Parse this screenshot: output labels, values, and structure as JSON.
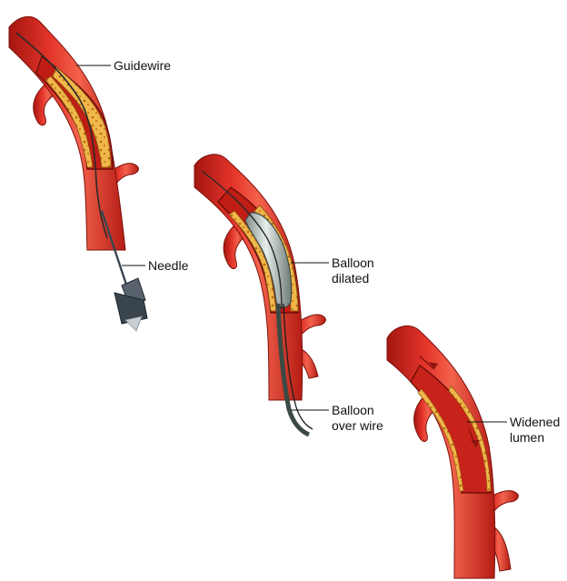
{
  "labels": {
    "guidewire": "Guidewire",
    "needle": "Needle",
    "balloon_dilated_line1": "Balloon",
    "balloon_dilated_line2": "dilated",
    "balloon_over_wire_line1": "Balloon",
    "balloon_over_wire_line2": "over wire",
    "widened_lumen_line1": "Widened",
    "widened_lumen_line2": "lumen"
  },
  "colors": {
    "vessel": "#d8261f",
    "vessel_dark": "#9c1712",
    "vessel_light": "#f06a52",
    "plaque": "#f0b74a",
    "plaque_dots": "#b36a14",
    "balloon": "#cfd8d4",
    "instrument": "#2f3a44"
  }
}
